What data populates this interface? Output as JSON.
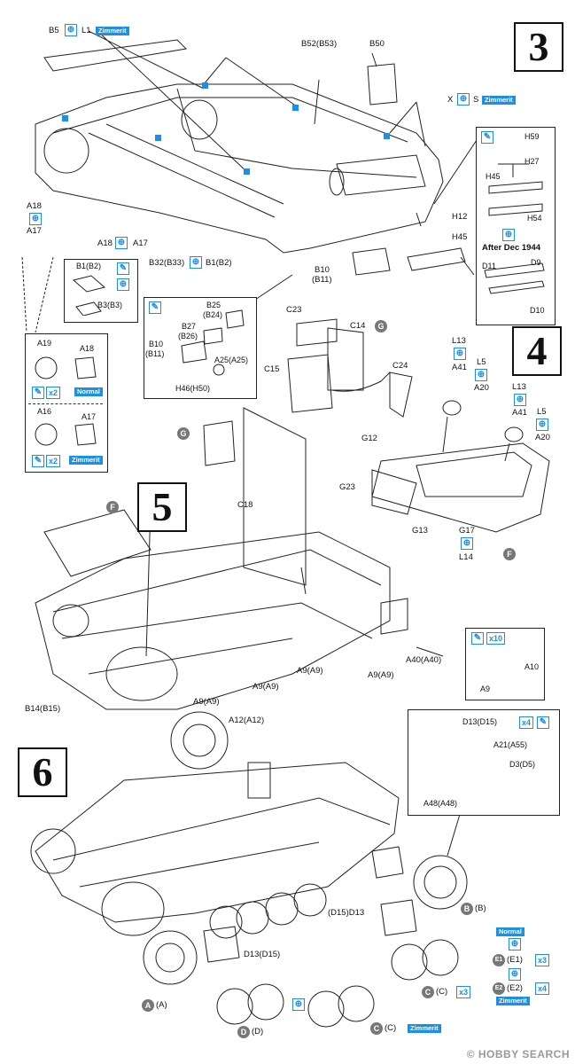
{
  "steps": {
    "s3": "3",
    "s4": "4",
    "s5": "5",
    "s6": "6"
  },
  "labels": {
    "step3": {
      "B5": "B5",
      "L1": "L1",
      "zim1": "Zimmerit",
      "B52": "B52(B53)",
      "B50": "B50",
      "X": "X",
      "S": "S",
      "zim2": "Zimmerit",
      "A18a": "A18",
      "A17a": "A17",
      "A18b": "A18",
      "A17b": "A17",
      "B32": "B32(B33)",
      "B1": "B1(B2)",
      "H12": "H12",
      "H45": "H45",
      "B10": "B10",
      "B11": "(B11)"
    },
    "c3right": {
      "H59": "H59",
      "H27": "H27",
      "H45": "H45",
      "H54": "H54",
      "after": "After Dec 1944",
      "D11": "D11",
      "D9": "D9",
      "D10": "D10"
    },
    "c3leftA": {
      "B1B2": "B1(B2)",
      "B3B3": "B3(B3)"
    },
    "c3leftB": {
      "A19": "A19",
      "A18": "A18",
      "x2a": "x2",
      "normal": "Normal",
      "A16": "A16",
      "A17": "A17",
      "x2b": "x2",
      "zim": "Zimmerit"
    },
    "c3mid": {
      "B25": "B25",
      "B24": "(B24)",
      "B27": "B27",
      "B26": "(B26)",
      "B10": "B10",
      "B11": "(B11)",
      "A25": "A25(A25)",
      "H46": "H46(H50)"
    },
    "step4": {
      "C23": "C23",
      "C14": "C14",
      "G1": "G",
      "C15": "C15",
      "C24": "C24",
      "G2": "G",
      "C18": "C18",
      "L13a": "L13",
      "A41a": "A41",
      "L5a": "L5",
      "A20a": "A20",
      "L13b": "L13",
      "A41b": "A41",
      "L5b": "L5",
      "A20b": "A20",
      "G12": "G12",
      "G23": "G23",
      "G13": "G13",
      "G17": "G17",
      "L14": "L14",
      "F1": "F"
    },
    "step5": {
      "F": "F",
      "B14": "B14(B15)",
      "A9a": "A9(A9)",
      "A9b": "A9(A9)",
      "A9c": "A9(A9)",
      "A9d": "A9(A9)",
      "A40": "A40(A40)",
      "A12": "A12(A12)",
      "cx": "x10",
      "cA10": "A10",
      "cA9": "A9"
    },
    "step6": {
      "D13a": "D13(D15)",
      "x4": "x4",
      "A21": "A21(A55)",
      "D3": "D3(D5)",
      "A48": "A48(A48)",
      "B": "B",
      "Bb": "(B)",
      "D15": "(D15)D13",
      "D13b": "D13(D15)",
      "A": "A",
      "Ab": "(A)",
      "D": "D",
      "Db": "(D)",
      "C1": "C",
      "C1b": "(C)",
      "x3a": "x3",
      "C2": "C",
      "C2b": "(C)",
      "zim": "Zimmerit",
      "normal": "Normal",
      "E1": "E1",
      "E1b": "(E1)",
      "x3b": "x3",
      "E2": "E2",
      "E2b": "(E2)",
      "x4b": "x4",
      "zim2": "Zimmerit"
    }
  },
  "footer": {
    "watermark": "© HOBBY SEARCH"
  },
  "colors": {
    "accent": "#1f8fe3",
    "line": "#222222"
  }
}
